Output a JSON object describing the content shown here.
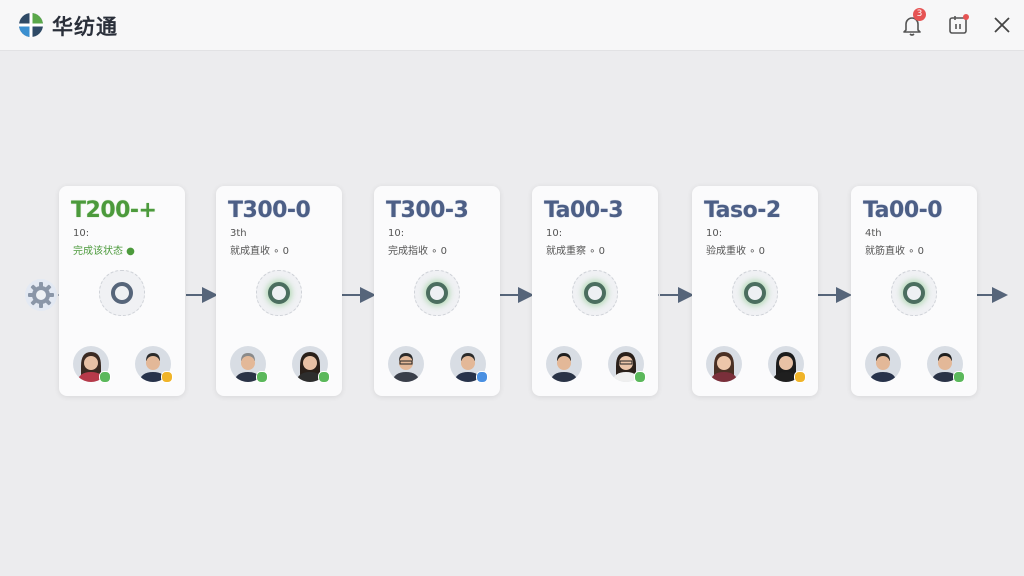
{
  "app": {
    "title": "华纺通"
  },
  "header": {
    "notification_count": "3"
  },
  "colors": {
    "title_green": "#4c9a3c",
    "title_blue": "#4d5f86",
    "arrow": "#56657a",
    "badge_red": "#e65454"
  },
  "cards": [
    {
      "title": "T200-+",
      "count": "10:",
      "status": "完成该状态 ●"
    },
    {
      "title": "T300-0",
      "count": "3th",
      "status": "就成直收 ∘ 0"
    },
    {
      "title": "T300-3",
      "count": "10:",
      "status": "完成指收 ∘ 0"
    },
    {
      "title": "Ta00-3",
      "count": "10:",
      "status": "就成重察 ∘ 0"
    },
    {
      "title": "Taso-2",
      "count": "10:",
      "status": "验成重收 ∘ 0"
    },
    {
      "title": "Ta00-0",
      "count": "4th",
      "status": "就筋直收 ∘ 0"
    }
  ]
}
